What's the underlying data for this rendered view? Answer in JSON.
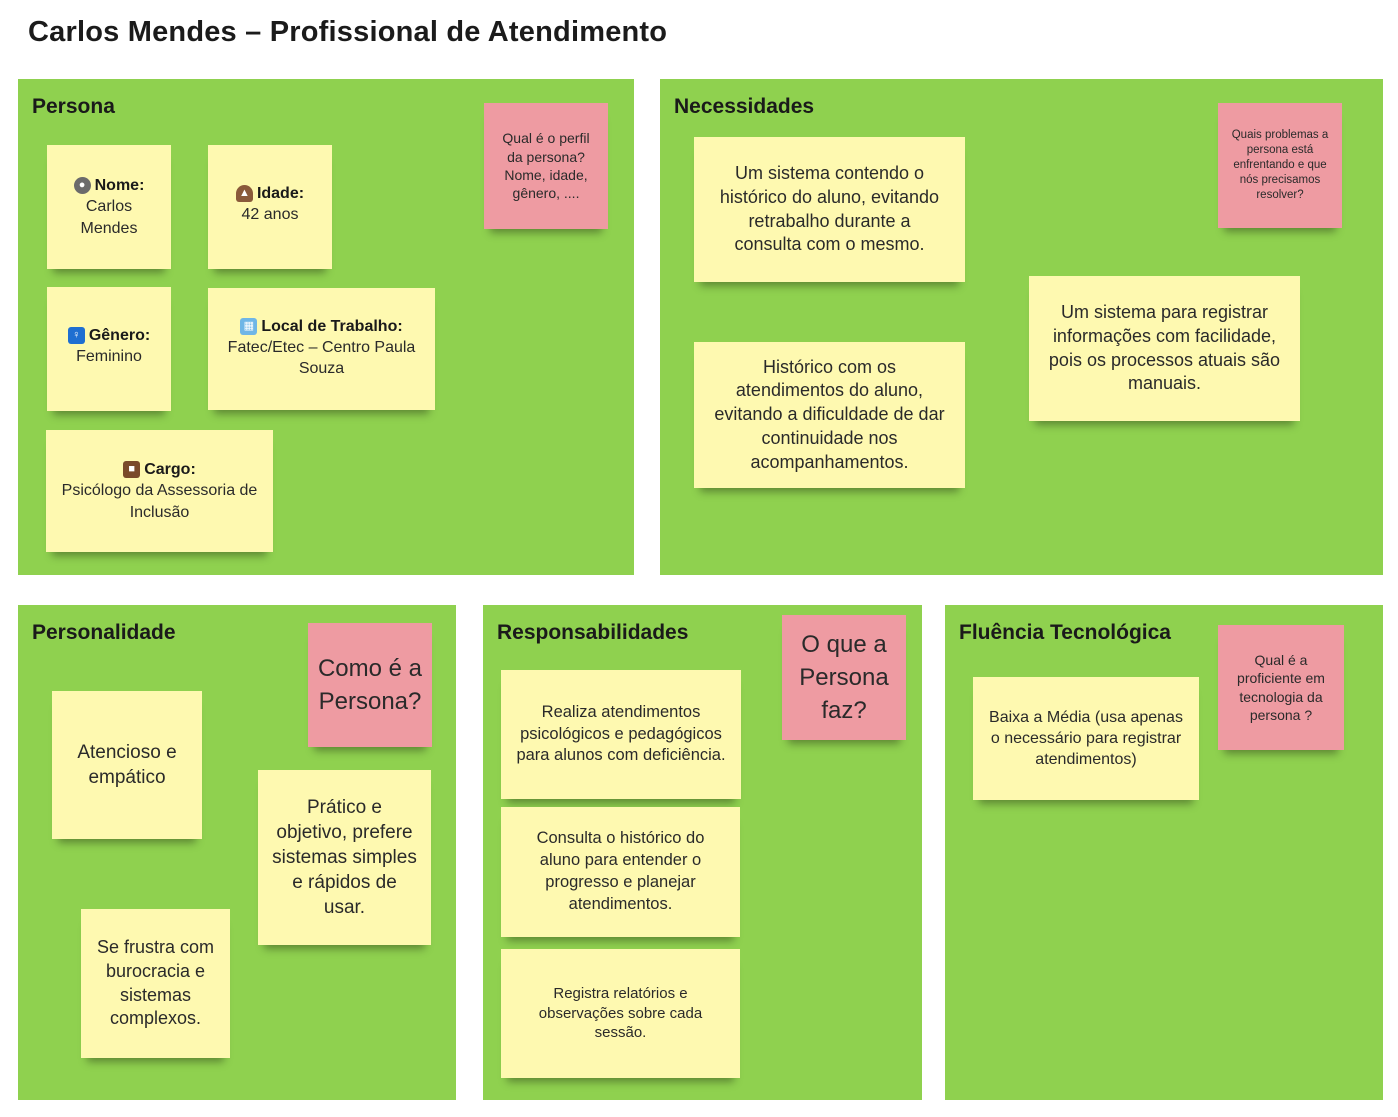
{
  "board": {
    "title": "Carlos Mendes – Profissional de Atendimento"
  },
  "persona": {
    "title": "Persona",
    "nome": {
      "label": "Nome:",
      "value": "Carlos Mendes",
      "icon": "person-icon"
    },
    "idade": {
      "label": "Idade:",
      "value": "42 anos",
      "icon": "cake-icon"
    },
    "genero": {
      "label": "Gênero:",
      "value": "Feminino",
      "icon": "gender-icon"
    },
    "local": {
      "label": "Local de Trabalho:",
      "value": "Fatec/Etec – Centro Paula Souza",
      "icon": "office-icon"
    },
    "cargo": {
      "label": "Cargo:",
      "value": "Psicólogo da Assessoria de Inclusão",
      "icon": "briefcase-icon"
    },
    "question": "Qual é o perfil da persona? Nome, idade, gênero, ...."
  },
  "necessidades": {
    "title": "Necessidades",
    "question": "Quais problemas a persona está enfrentando e que nós precisamos resolver?",
    "notes": [
      "Um sistema contendo o histórico do aluno, evitando retrabalho durante a consulta com o mesmo.",
      "Histórico com os atendimentos do aluno, evitando a dificuldade de dar continuidade nos acompanhamentos.",
      "Um sistema para registrar informações com facilidade, pois os processos atuais são manuais."
    ]
  },
  "personalidade": {
    "title": "Personalidade",
    "question": "Como é a Persona?",
    "notes": [
      "Atencioso e empático",
      "Prático e objetivo, prefere sistemas simples e rápidos de usar.",
      "Se frustra com burocracia e sistemas complexos."
    ]
  },
  "responsabilidades": {
    "title": "Responsabilidades",
    "question": "O que a Persona faz?",
    "notes": [
      "Realiza atendimentos psicológicos e pedagógicos para alunos com deficiência.",
      "Consulta o histórico do aluno para entender o progresso e planejar atendimentos.",
      "Registra relatórios e observações sobre cada sessão."
    ]
  },
  "fluencia": {
    "title": "Fluência Tecnológica",
    "question": "Qual é a proficiente em tecnologia da persona ?",
    "notes": [
      "Baixa a Média (usa apenas o necessário para registrar atendimentos)"
    ]
  },
  "colors": {
    "frame": "#8fd14f",
    "sticky_yellow": "#fef9b0",
    "sticky_pink": "#ee9ba2"
  }
}
